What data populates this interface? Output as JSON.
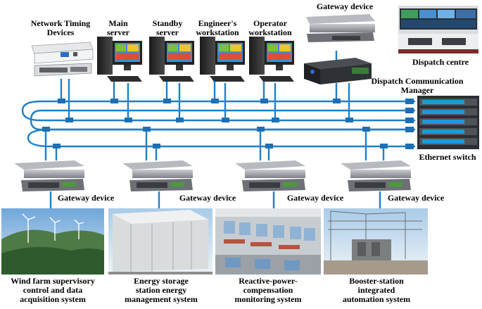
{
  "top_labels": {
    "timing": [
      "Network Timing",
      "Devices"
    ],
    "main_server": [
      "Main",
      "server"
    ],
    "standby_server": [
      "Standby",
      "server"
    ],
    "engineer": [
      "Engineer's",
      "workstation"
    ],
    "operator": [
      "Operator",
      "workstation"
    ],
    "gateway_top": "Gateway device",
    "dispatch_centre": "Dispatch centre",
    "dispatch_manager": [
      "Dispatch Communication",
      "Manager"
    ],
    "ethernet_switch": "Ethernet switch"
  },
  "gateway_label": "Gateway device",
  "systems": [
    [
      "Wind farm supervisory",
      "control and data",
      "acquisition system"
    ],
    [
      "Energy storage",
      "station energy",
      "management system"
    ],
    [
      "Reactive-power-",
      "compensation",
      "monitoring system"
    ],
    [
      "Booster-station",
      "integrated",
      "automation system"
    ]
  ],
  "colors": {
    "network_line": "#1e7fc8",
    "connector": "#1c6fb5",
    "device_grey": "#9a9ea3",
    "sky": "#9cc3e6"
  }
}
